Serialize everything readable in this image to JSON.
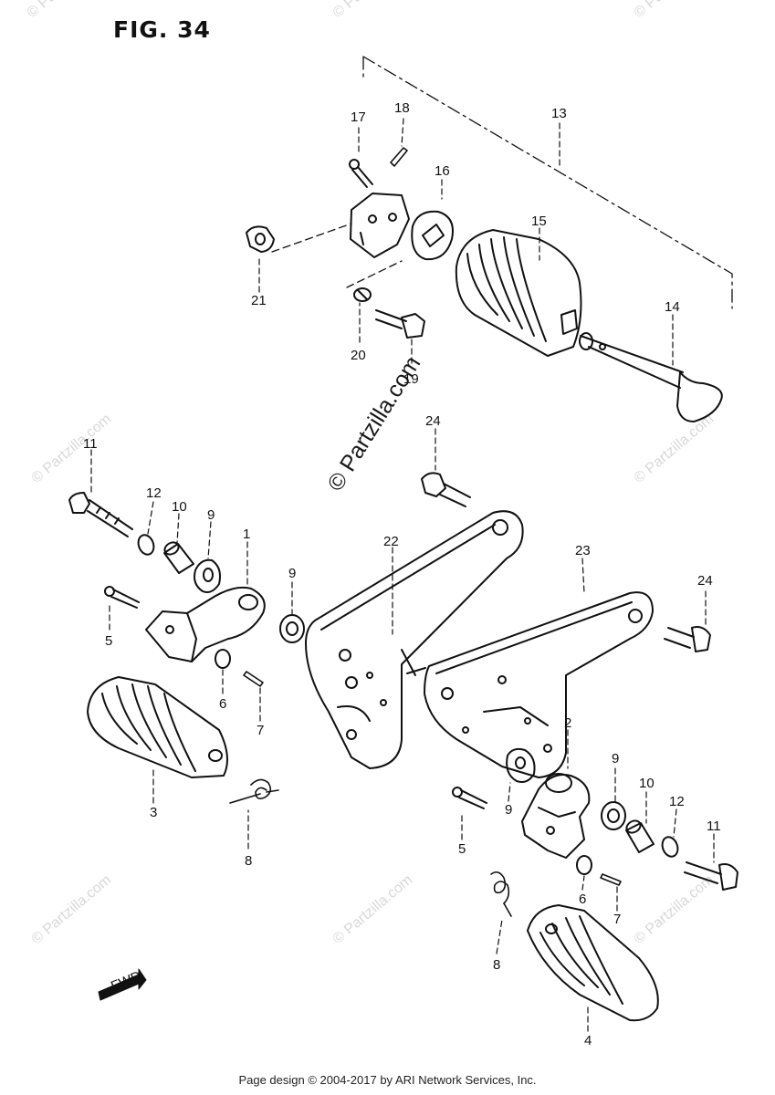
{
  "figure": {
    "title": "FIG. 34"
  },
  "footer": {
    "credit": "Page design © 2004-2017 by ARI Network Services, Inc."
  },
  "watermark": {
    "text": "© Partzilla.com"
  },
  "direction_badge": {
    "label": "FWD"
  },
  "callouts": {
    "c1": "1",
    "c2": "2",
    "c3": "3",
    "c4": "4",
    "c5a": "5",
    "c5b": "5",
    "c6a": "6",
    "c6b": "6",
    "c7a": "7",
    "c7b": "7",
    "c8a": "8",
    "c8b": "8",
    "c9a": "9",
    "c9b": "9",
    "c9c": "9",
    "c9d": "9",
    "c10a": "10",
    "c10b": "10",
    "c11a": "11",
    "c11b": "11",
    "c12a": "12",
    "c12b": "12",
    "c13": "13",
    "c14": "14",
    "c15": "15",
    "c16": "16",
    "c17": "17",
    "c18": "18",
    "c19": "19",
    "c20": "20",
    "c21": "21",
    "c22": "22",
    "c23": "23",
    "c24a": "24",
    "c24b": "24"
  }
}
